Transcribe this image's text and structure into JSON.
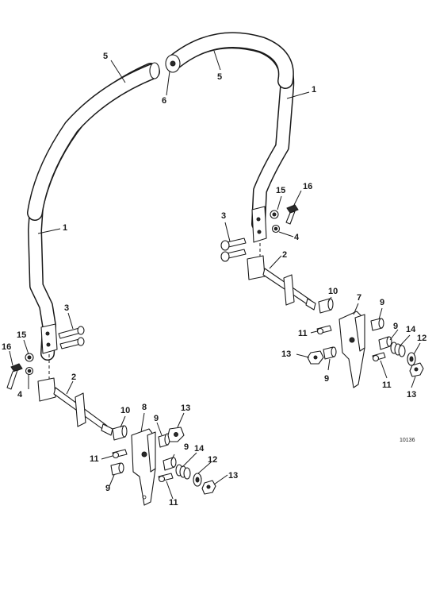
{
  "diagram": {
    "reference_number": "10136",
    "callouts": {
      "c1": "1",
      "c2": "2",
      "c3": "3",
      "c4": "4",
      "c5": "5",
      "c6": "6",
      "c7": "7",
      "c8": "8",
      "c9": "9",
      "c10": "10",
      "c11": "11",
      "c12": "12",
      "c13": "13",
      "c14": "14",
      "c15": "15",
      "c16": "16"
    }
  }
}
